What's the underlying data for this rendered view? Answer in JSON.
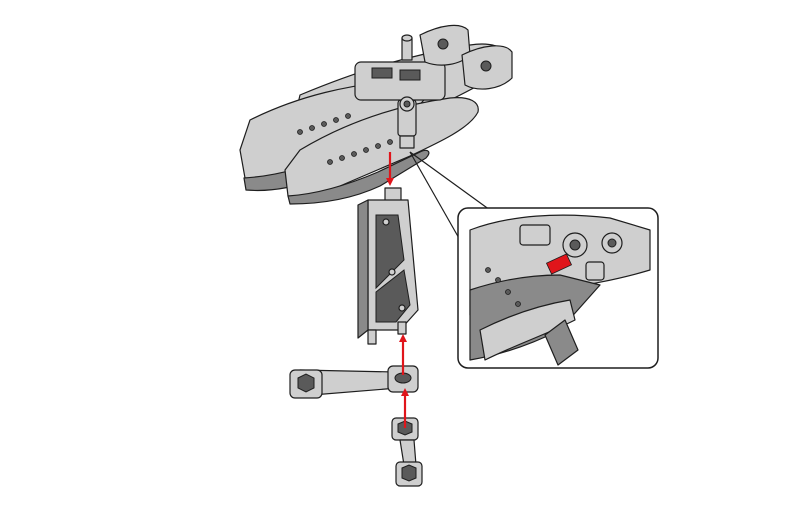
{
  "diagram": {
    "type": "assembly-instruction",
    "colors": {
      "background": "#ffffff",
      "part_fill": "#cfcfcf",
      "part_shade": "#8a8a8a",
      "part_dark": "#5a5a5a",
      "outline": "#1e1e1e",
      "arrow": "#e0151b",
      "callout_frame": "#1e1e1e",
      "highlight": "#e0151b"
    },
    "parts": [
      {
        "id": "wing-unit",
        "icon": "twin-blade-wing-icon"
      },
      {
        "id": "display-stand-plate",
        "icon": "triangular-stand-plate-icon"
      },
      {
        "id": "arm-joint-long",
        "icon": "long-joint-arm-icon"
      },
      {
        "id": "arm-joint-short",
        "icon": "short-joint-arm-icon"
      }
    ],
    "arrows": [
      {
        "id": "arrow-wing-to-plate",
        "direction": "down"
      },
      {
        "id": "arrow-arm-to-plate",
        "direction": "up"
      },
      {
        "id": "arrow-short-to-long",
        "direction": "up"
      }
    ],
    "callout": {
      "id": "detail-inset",
      "icon": "magnified-detail-icon",
      "highlight": "attachment-slot"
    }
  }
}
